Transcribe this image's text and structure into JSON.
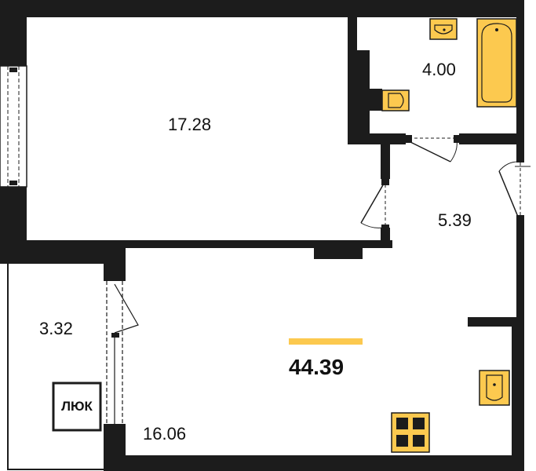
{
  "rooms": {
    "living_room": "17.28",
    "bathroom": "4.00",
    "hallway": "5.39",
    "balcony": "3.32",
    "kitchen": "16.06"
  },
  "total_area": "44.39",
  "hatch_label": "ЛЮК",
  "colors": {
    "wall": "#1c1c1c",
    "fixture": "#fcc94f",
    "accent_bar": "#fcc94f",
    "background": "#ffffff"
  }
}
